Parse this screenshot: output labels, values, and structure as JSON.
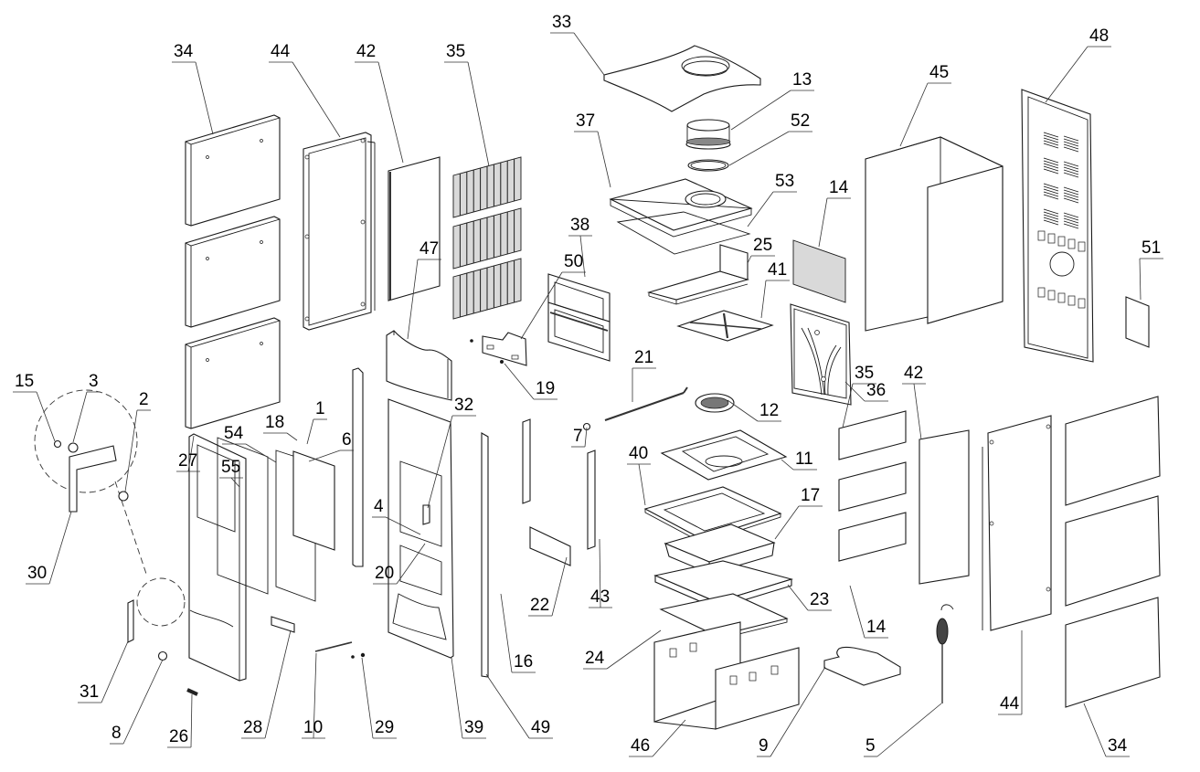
{
  "diagram": {
    "type": "exploded-parts-view",
    "subject": "pellet stove assembly",
    "background": "#ffffff",
    "line_color": "#1a1a1a"
  },
  "callouts": [
    {
      "id": "c34a",
      "label": "34"
    },
    {
      "id": "c44a",
      "label": "44"
    },
    {
      "id": "c42a",
      "label": "42"
    },
    {
      "id": "c35a",
      "label": "35"
    },
    {
      "id": "c33",
      "label": "33"
    },
    {
      "id": "c13",
      "label": "13"
    },
    {
      "id": "c52",
      "label": "52"
    },
    {
      "id": "c37",
      "label": "37"
    },
    {
      "id": "c53",
      "label": "53"
    },
    {
      "id": "c45",
      "label": "45"
    },
    {
      "id": "c48",
      "label": "48"
    },
    {
      "id": "c14a",
      "label": "14"
    },
    {
      "id": "c25",
      "label": "25"
    },
    {
      "id": "c41",
      "label": "41"
    },
    {
      "id": "c38",
      "label": "38"
    },
    {
      "id": "c50",
      "label": "50"
    },
    {
      "id": "c47",
      "label": "47"
    },
    {
      "id": "c19",
      "label": "19"
    },
    {
      "id": "c36",
      "label": "36"
    },
    {
      "id": "c51",
      "label": "51"
    },
    {
      "id": "c21",
      "label": "21"
    },
    {
      "id": "c12",
      "label": "12"
    },
    {
      "id": "c7",
      "label": "7"
    },
    {
      "id": "c11",
      "label": "11"
    },
    {
      "id": "c35b",
      "label": "35"
    },
    {
      "id": "c42b",
      "label": "42"
    },
    {
      "id": "c40",
      "label": "40"
    },
    {
      "id": "c17",
      "label": "17"
    },
    {
      "id": "c43",
      "label": "43"
    },
    {
      "id": "c22",
      "label": "22"
    },
    {
      "id": "c23",
      "label": "23"
    },
    {
      "id": "c14b",
      "label": "14"
    },
    {
      "id": "c24",
      "label": "24"
    },
    {
      "id": "c16",
      "label": "16"
    },
    {
      "id": "c44b",
      "label": "44"
    },
    {
      "id": "c46",
      "label": "46"
    },
    {
      "id": "c9",
      "label": "9"
    },
    {
      "id": "c5",
      "label": "5"
    },
    {
      "id": "c34b",
      "label": "34"
    },
    {
      "id": "c49",
      "label": "49"
    },
    {
      "id": "c39",
      "label": "39"
    },
    {
      "id": "c29",
      "label": "29"
    },
    {
      "id": "c10",
      "label": "10"
    },
    {
      "id": "c28",
      "label": "28"
    },
    {
      "id": "c26",
      "label": "26"
    },
    {
      "id": "c8",
      "label": "8"
    },
    {
      "id": "c31",
      "label": "31"
    },
    {
      "id": "c30",
      "label": "30"
    },
    {
      "id": "c15",
      "label": "15"
    },
    {
      "id": "c3",
      "label": "3"
    },
    {
      "id": "c2",
      "label": "2"
    },
    {
      "id": "c27",
      "label": "27"
    },
    {
      "id": "c55",
      "label": "55"
    },
    {
      "id": "c54",
      "label": "54"
    },
    {
      "id": "c18",
      "label": "18"
    },
    {
      "id": "c1",
      "label": "1"
    },
    {
      "id": "c6",
      "label": "6"
    },
    {
      "id": "c4",
      "label": "4"
    },
    {
      "id": "c20",
      "label": "20"
    },
    {
      "id": "c32",
      "label": "32"
    }
  ]
}
